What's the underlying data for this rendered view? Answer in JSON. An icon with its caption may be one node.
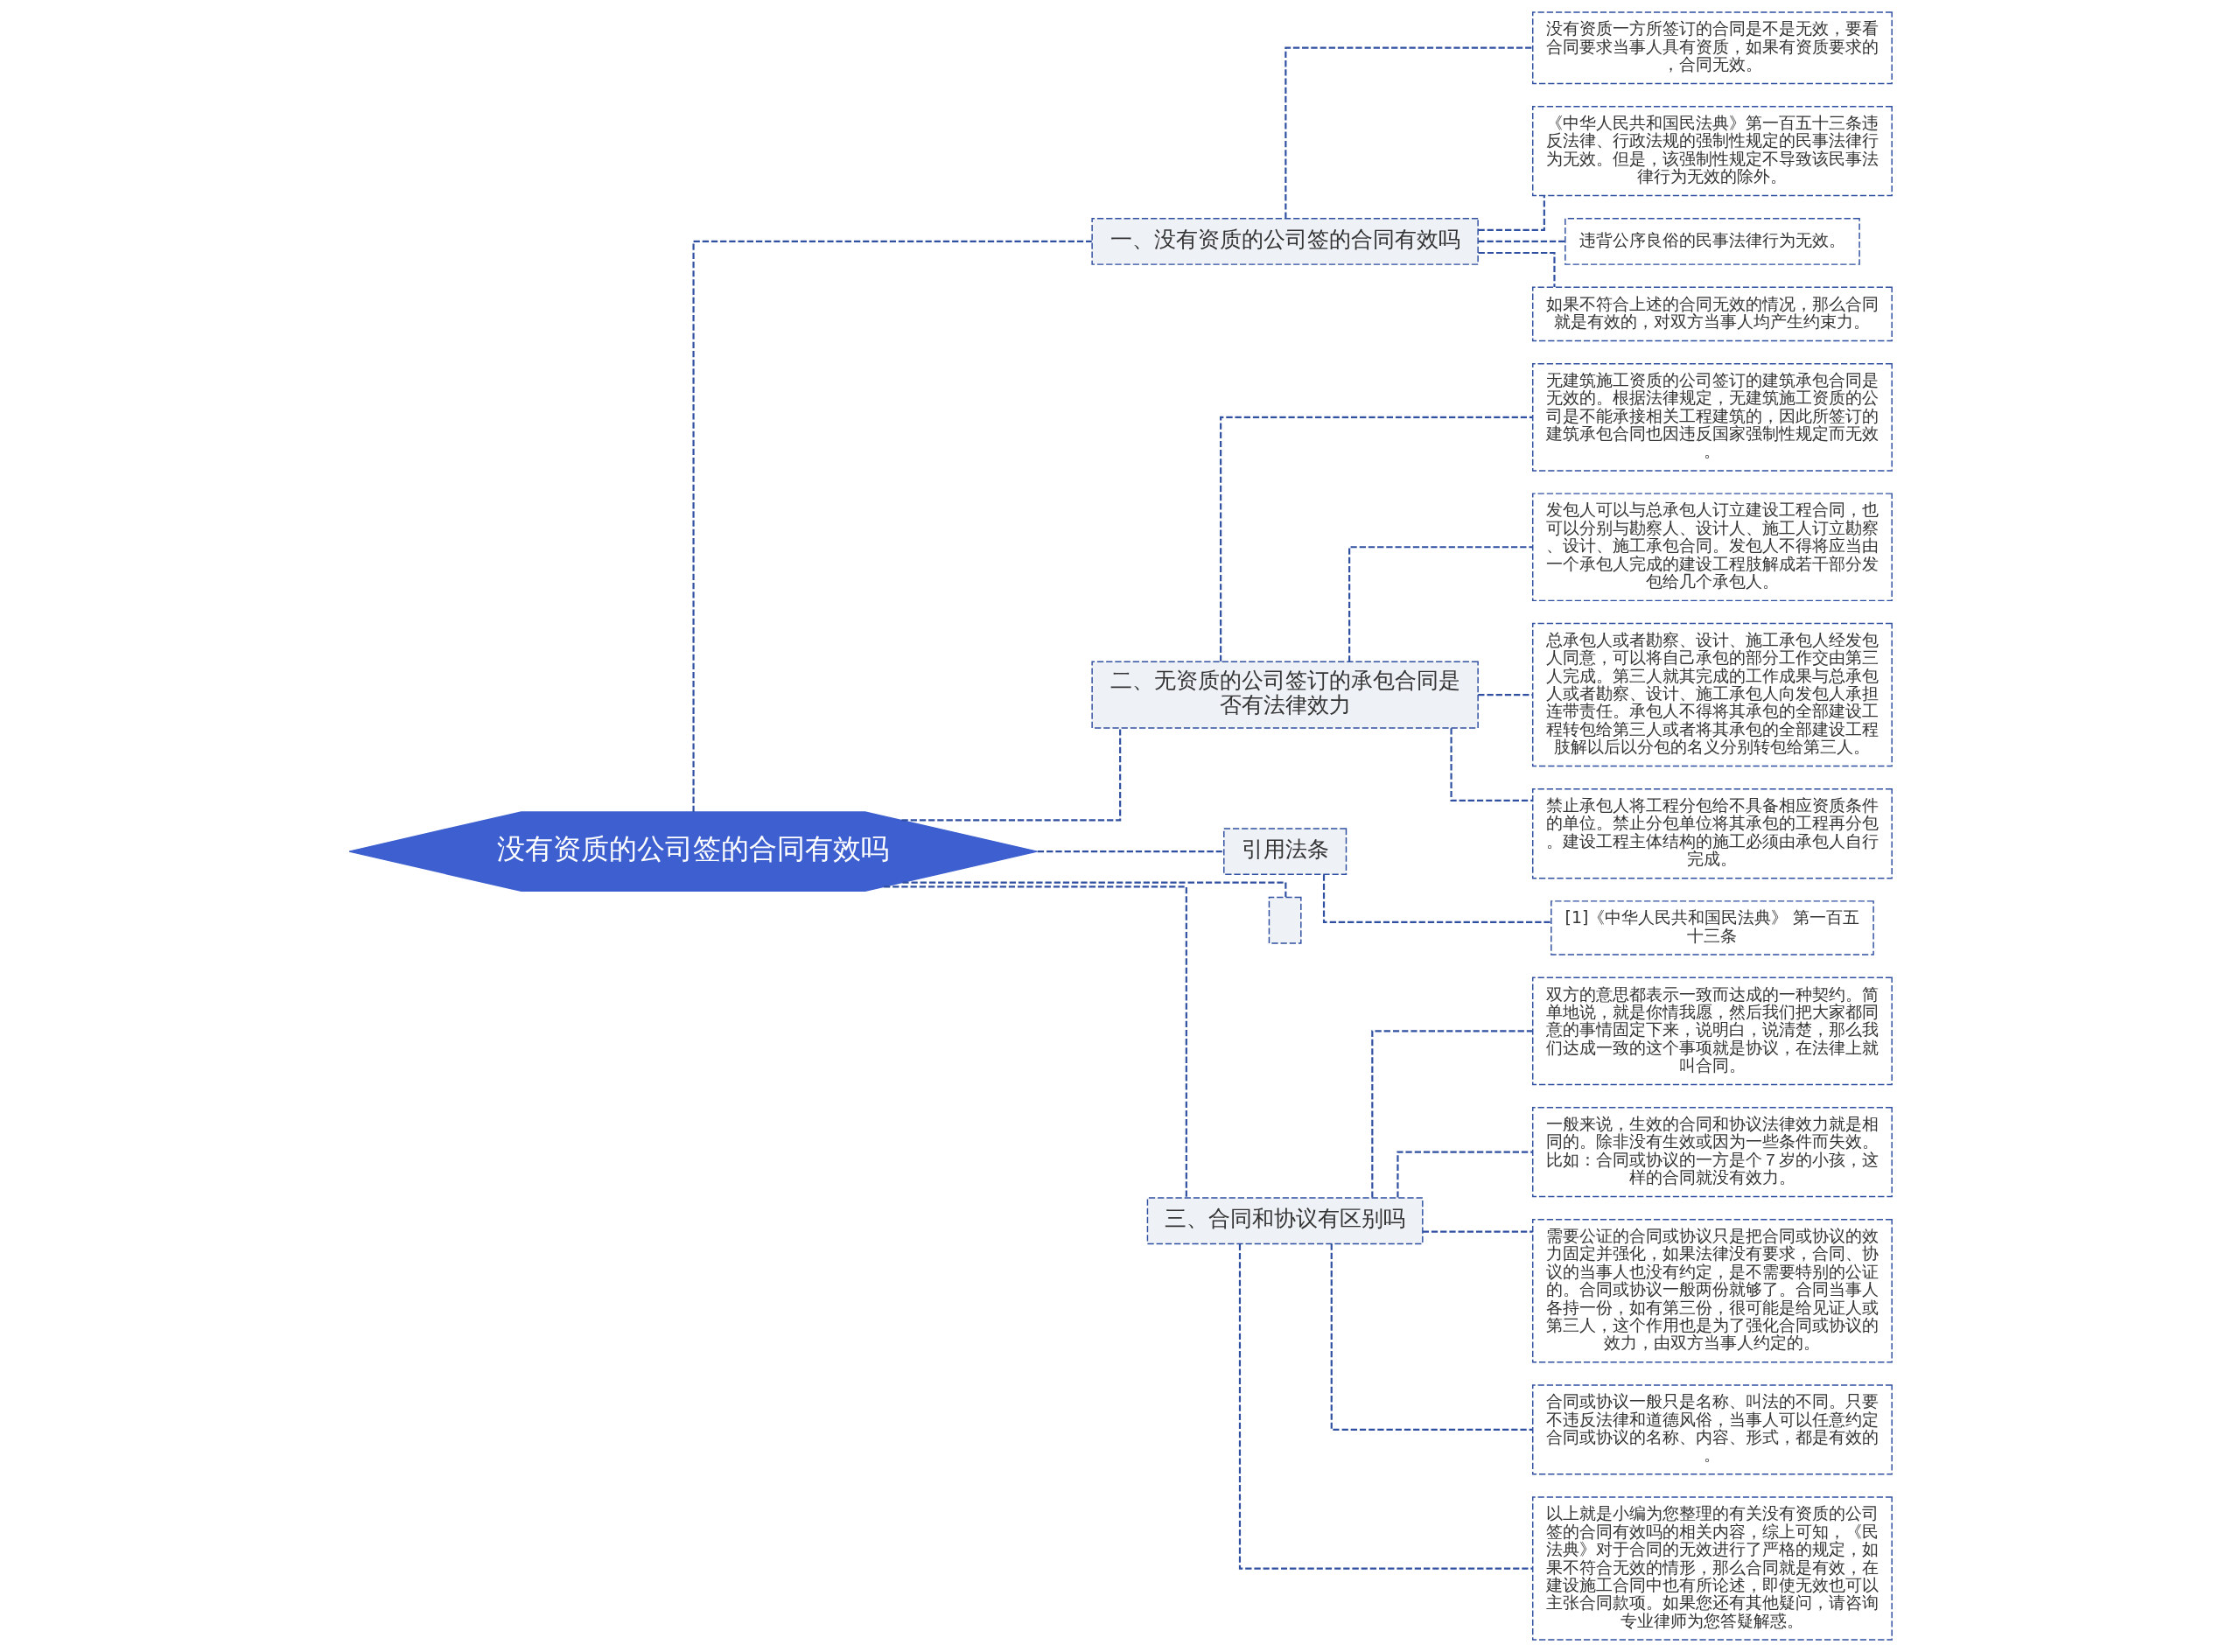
{
  "diagram": {
    "nodes": [
      {
        "text": [
          "没有资质的公司签的合同有效吗"
        ]
      },
      {
        "text": [
          "一、没有资质的公司签的合同有效吗"
        ]
      },
      {
        "text": [
          "没有资质一方所签订的合同是不是无效，要看合同要求当事人具有资质，如果有资质要求的，合同无效。"
        ]
      },
      {
        "text": [
          "《中华人民共和国民法典》第一百五十三条违反法律、行政法规的强制性规定的民事法律行为无效。但是，该强制性规定不导致该民事法律行为无效的除外。"
        ]
      },
      {
        "text": [
          "违背公序良俗的民事法律行为无效。"
        ]
      },
      {
        "text": [
          "如果不符合上述的合同无效的情况，那么合同就是有效的，对双方当事人均产生约束力。"
        ]
      },
      {
        "text": [
          "二、无资质的公司签订的承包合同是否有法律效力"
        ]
      },
      {
        "text": [
          "无建筑施工资质的公司签订的建筑承包合同是无效的。根据法律规定，无建筑施工资质的公司是不能承接相关工程建筑的，因此所签订的建筑承包合同也因违反国家强制性规定而无效。"
        ]
      },
      {
        "text": [
          "发包人可以与总承包人订立建设工程合同，也可以分别与勘察人、设计人、施工人订立勘察、设计、施工承包合同。发包人不得将应当由一个承包人完成的建设工程肢解成若干部分发包给几个承包人。"
        ]
      },
      {
        "text": [
          "总承包人或者勘察、设计、施工承包人经发包人同意，可以将自己承包的部分工作交由第三人完成。第三人就其完成的工作成果与总承包人或者勘察、设计、施工承包人向发包人承担连带责任。承包人不得将其承包的全部建设工程转包给第三人或者将其承包的全部建设工程肢解以后以分包的名义分别转包给第三人。"
        ]
      },
      {
        "text": [
          "禁止承包人将工程分包给不具备相应资质条件的单位。禁止分包单位将其承包的工程再分包。建设工程主体结构的施工必须由承包人自行完成。"
        ]
      },
      {
        "text": [
          "引用法条"
        ]
      },
      {
        "text": [
          "[1]《中华人民共和国民法典》 第一百五十三条"
        ]
      },
      {
        "text": [],
        "shape": "box"
      },
      {
        "text": [
          "三、合同和协议有区别吗"
        ]
      },
      {
        "text": [
          "双方的意思都表示一致而达成的一种契约。简单地说，就是你情我愿，然后我们把大家都同意的事情固定下来，说明白，说清楚，那么我们达成一致的这个事项就是协议，在法律上就叫合同。"
        ]
      },
      {
        "text": [
          "一般来说，生效的合同和协议法律效力就是相同的。除非没有生效或因为一些条件而失效。比如：合同或协议的一方是个７岁的小孩，这样的合同就没有效力。"
        ]
      },
      {
        "text": [
          "需要公证的合同或协议只是把合同或协议的效力固定并强化，如果法律没有要求，合同、协议的当事人也没有约定，是不需要特别的公证的。合同或协议一般两份就够了。合同当事人各持一份，如有第三份，很可能是给见证人或第三人，这个作用也是为了强化合同或协议的效力，由双方当事人约定的。"
        ]
      },
      {
        "text": [
          "合同或协议一般只是名称、叫法的不同。只要不违反法律和道德风俗，当事人可以任意约定合同或协议的名称、内容、形式，都是有效的。"
        ]
      },
      {
        "text": [
          "以上就是小编为您整理的有关没有资质的公司签的合同有效吗的相关内容，综上可知，《民法典》对于合同的无效进行了严格的规定，如果不符合无效的情形，那么合同就是有效，在建设施工合同中也有所论述，即使无效也可以主张合同款项。如果您还有其他疑问，请咨询专业律师为您答疑解惑。"
        ]
      }
    ],
    "edges": [
      {
        "from": 0,
        "to": 1,
        "arrow": "none",
        "style": "dashed"
      },
      {
        "from": 1,
        "to": 2,
        "arrow": "none",
        "style": "dashed"
      },
      {
        "from": 1,
        "to": 3,
        "arrow": "none",
        "style": "dashed"
      },
      {
        "from": 1,
        "to": 4,
        "arrow": "none",
        "style": "dashed"
      },
      {
        "from": 1,
        "to": 5,
        "arrow": "none",
        "style": "dashed"
      },
      {
        "from": 0,
        "to": 6,
        "arrow": "none",
        "style": "dashed"
      },
      {
        "from": 6,
        "to": 7,
        "arrow": "none",
        "style": "dashed"
      },
      {
        "from": 6,
        "to": 8,
        "arrow": "none",
        "style": "dashed"
      },
      {
        "from": 6,
        "to": 9,
        "arrow": "none",
        "style": "dashed"
      },
      {
        "from": 6,
        "to": 10,
        "arrow": "none",
        "style": "dashed"
      },
      {
        "from": 0,
        "to": 11,
        "arrow": "none",
        "style": "dashed"
      },
      {
        "from": 11,
        "to": 12,
        "arrow": "none",
        "style": "dashed"
      },
      {
        "from": 0,
        "to": 13,
        "arrow": "none",
        "style": "dashed"
      },
      {
        "from": 0,
        "to": 14,
        "arrow": "none",
        "style": "dashed"
      },
      {
        "from": 14,
        "to": 15,
        "arrow": "none",
        "style": "dashed"
      },
      {
        "from": 14,
        "to": 16,
        "arrow": "none",
        "style": "dashed"
      },
      {
        "from": 14,
        "to": 17,
        "arrow": "none",
        "style": "dashed"
      },
      {
        "from": 14,
        "to": 18,
        "arrow": "none",
        "style": "dashed"
      },
      {
        "from": 14,
        "to": 19,
        "arrow": "none",
        "style": "dashed"
      }
    ]
  }
}
